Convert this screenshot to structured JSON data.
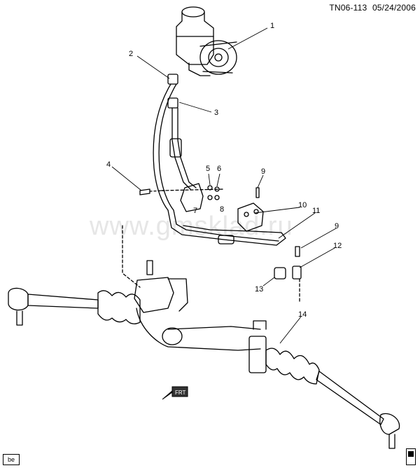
{
  "header": {
    "code": "TN06-113",
    "date": "05/24/2006"
  },
  "watermark": "www.gmsklad.ru",
  "front_arrow_label": "FRT",
  "corner_label": "be",
  "callouts": [
    "1",
    "2",
    "3",
    "4",
    "5",
    "6",
    "7",
    "8",
    "9",
    "10",
    "11",
    "9",
    "12",
    "13",
    "14"
  ],
  "colors": {
    "line": "#000000",
    "watermark": "#e6e6e6",
    "background": "#ffffff"
  }
}
